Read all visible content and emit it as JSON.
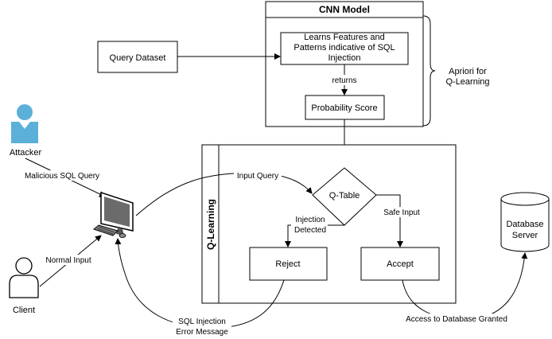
{
  "cnn": {
    "title": "CNN Model",
    "learns_line1": "Learns Features and",
    "learns_line2": "Patterns indicative of SQL",
    "learns_line3": "Injection",
    "returns": "returns",
    "probability": "Probability Score",
    "apriori_line1": "Apriori for",
    "apriori_line2": "Q-Learning"
  },
  "query_dataset": "Query Dataset",
  "qlearning": {
    "title": "Q-Learning",
    "qtable": "Q-Table",
    "injection_line1": "Injection",
    "injection_line2": "Detected",
    "safe_input": "Safe Input",
    "reject": "Reject",
    "accept": "Accept"
  },
  "actors": {
    "attacker": "Attacker",
    "client": "Client"
  },
  "edges": {
    "malicious": "Malicious SQL Query",
    "normal": "Normal Input",
    "input_query": "Input Query",
    "sqli_error_line1": "SQL Injection",
    "sqli_error_line2": "Error Message",
    "access_granted": "Access to Database Granted"
  },
  "database": {
    "line1": "Database",
    "line2": "Server"
  },
  "colors": {
    "attacker_icon": "#5BB0D9",
    "lines": "#000000"
  }
}
